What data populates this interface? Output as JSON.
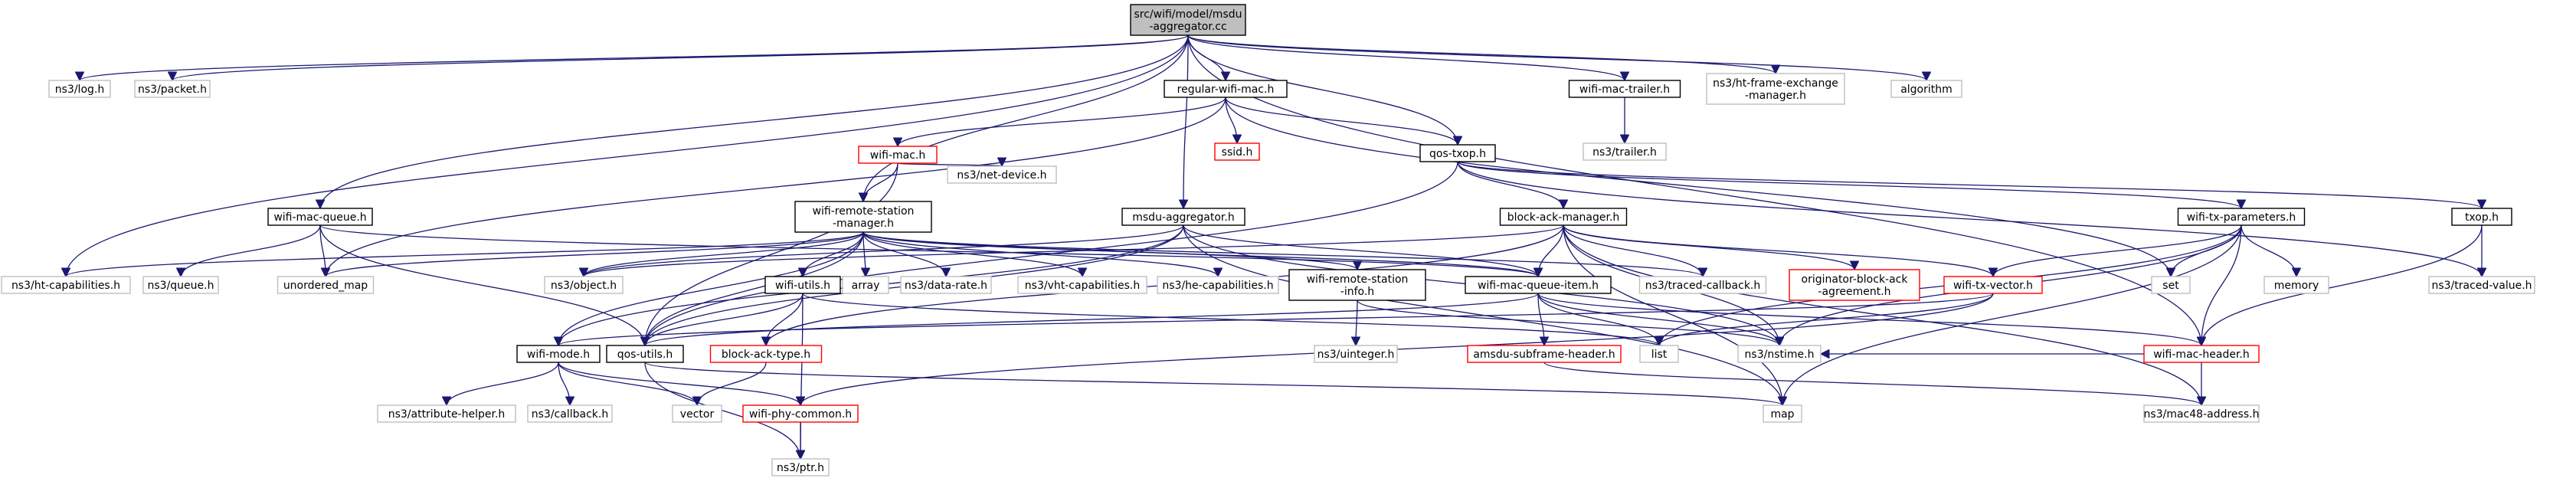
{
  "colors": {
    "edge": "#191970",
    "root_fill": "#bfbfbf",
    "root_border": "#000000",
    "normal_border": "#000000",
    "missing_border": "#bfbfbf",
    "incomplete_border": "#ff0000"
  },
  "nodes": {
    "root": [
      "src/wifi/model/msdu",
      "-aggregator.cc"
    ],
    "log": [
      "ns3/log.h"
    ],
    "packet": [
      "ns3/packet.h"
    ],
    "regular_wifi_mac": [
      "regular-wifi-mac.h"
    ],
    "wifi_mac_trailer": [
      "wifi-mac-trailer.h"
    ],
    "ht_frame_exchange": [
      "ns3/ht-frame-exchange",
      "-manager.h"
    ],
    "algorithm": [
      "algorithm"
    ],
    "ssid": [
      "ssid.h"
    ],
    "trailer": [
      "ns3/trailer.h"
    ],
    "wifi_mac": [
      "wifi-mac.h"
    ],
    "qos_txop": [
      "qos-txop.h"
    ],
    "net_device": [
      "ns3/net-device.h"
    ],
    "wifi_mac_queue": [
      "wifi-mac-queue.h"
    ],
    "wifi_remote_station_manager": [
      "wifi-remote-station",
      "-manager.h"
    ],
    "msdu_aggregator": [
      "msdu-aggregator.h"
    ],
    "block_ack_manager": [
      "block-ack-manager.h"
    ],
    "wifi_tx_parameters": [
      "wifi-tx-parameters.h"
    ],
    "txop": [
      "txop.h"
    ],
    "ht_capabilities": [
      "ns3/ht-capabilities.h"
    ],
    "queue": [
      "ns3/queue.h"
    ],
    "unordered_map": [
      "unordered_map"
    ],
    "object": [
      "ns3/object.h"
    ],
    "wifi_utils": [
      "wifi-utils.h"
    ],
    "array": [
      "array"
    ],
    "data_rate": [
      "ns3/data-rate.h"
    ],
    "vht_capabilities": [
      "ns3/vht-capabilities.h"
    ],
    "he_capabilities": [
      "ns3/he-capabilities.h"
    ],
    "wifi_remote_station_info": [
      "wifi-remote-station",
      "-info.h"
    ],
    "wifi_mac_queue_item": [
      "wifi-mac-queue-item.h"
    ],
    "traced_callback": [
      "ns3/traced-callback.h"
    ],
    "originator_block_ack": [
      "originator-block-ack",
      "-agreement.h"
    ],
    "wifi_tx_vector": [
      "wifi-tx-vector.h"
    ],
    "set": [
      "set"
    ],
    "memory": [
      "memory"
    ],
    "traced_value": [
      "ns3/traced-value.h"
    ],
    "wifi_mode": [
      "wifi-mode.h"
    ],
    "qos_utils": [
      "qos-utils.h"
    ],
    "block_ack_type": [
      "block-ack-type.h"
    ],
    "uinteger": [
      "ns3/uinteger.h"
    ],
    "amsdu_subframe_header": [
      "amsdu-subframe-header.h"
    ],
    "list": [
      "list"
    ],
    "nstime": [
      "ns3/nstime.h"
    ],
    "wifi_mac_header": [
      "wifi-mac-header.h"
    ],
    "attribute_helper": [
      "ns3/attribute-helper.h"
    ],
    "callback": [
      "ns3/callback.h"
    ],
    "vector": [
      "vector"
    ],
    "wifi_phy_common": [
      "wifi-phy-common.h"
    ],
    "map": [
      "map"
    ],
    "mac48_address": [
      "ns3/mac48-address.h"
    ],
    "ptr": [
      "ns3/ptr.h"
    ]
  },
  "edges": [
    [
      "root",
      "log"
    ],
    [
      "root",
      "packet"
    ],
    [
      "root",
      "regular_wifi_mac"
    ],
    [
      "root",
      "wifi_mac_trailer"
    ],
    [
      "root",
      "ht_frame_exchange"
    ],
    [
      "root",
      "algorithm"
    ],
    [
      "root",
      "wifi_remote_station_manager"
    ],
    [
      "root",
      "qos_txop"
    ],
    [
      "root",
      "msdu_aggregator"
    ],
    [
      "root",
      "wifi_mac_queue"
    ],
    [
      "root",
      "ht_capabilities"
    ],
    [
      "root",
      "wifi_mac_header"
    ],
    [
      "regular_wifi_mac",
      "ssid"
    ],
    [
      "regular_wifi_mac",
      "wifi_mac"
    ],
    [
      "regular_wifi_mac",
      "qos_txop"
    ],
    [
      "regular_wifi_mac",
      "unordered_map"
    ],
    [
      "regular_wifi_mac",
      "set"
    ],
    [
      "wifi_mac_trailer",
      "trailer"
    ],
    [
      "wifi_mac",
      "net_device"
    ],
    [
      "wifi_mac",
      "wifi_remote_station_manager"
    ],
    [
      "wifi_mac",
      "qos_utils"
    ],
    [
      "qos_txop",
      "block_ack_manager"
    ],
    [
      "qos_txop",
      "txop"
    ],
    [
      "qos_txop",
      "traced_value"
    ],
    [
      "qos_txop",
      "wifi_tx_parameters"
    ],
    [
      "qos_txop",
      "qos_utils"
    ],
    [
      "wifi_mac_queue",
      "queue"
    ],
    [
      "wifi_mac_queue",
      "unordered_map"
    ],
    [
      "wifi_mac_queue",
      "qos_utils"
    ],
    [
      "wifi_mac_queue",
      "wifi_mac_queue_item"
    ],
    [
      "wifi_remote_station_manager",
      "ht_capabilities"
    ],
    [
      "wifi_remote_station_manager",
      "unordered_map"
    ],
    [
      "wifi_remote_station_manager",
      "object"
    ],
    [
      "wifi_remote_station_manager",
      "wifi_utils"
    ],
    [
      "wifi_remote_station_manager",
      "array"
    ],
    [
      "wifi_remote_station_manager",
      "data_rate"
    ],
    [
      "wifi_remote_station_manager",
      "vht_capabilities"
    ],
    [
      "wifi_remote_station_manager",
      "he_capabilities"
    ],
    [
      "wifi_remote_station_manager",
      "wifi_remote_station_info"
    ],
    [
      "wifi_remote_station_manager",
      "wifi_mac_queue_item"
    ],
    [
      "wifi_remote_station_manager",
      "traced_callback"
    ],
    [
      "wifi_remote_station_manager",
      "qos_utils"
    ],
    [
      "wifi_remote_station_manager",
      "wifi_mode"
    ],
    [
      "msdu_aggregator",
      "object"
    ],
    [
      "msdu_aggregator",
      "wifi_mac_queue_item"
    ],
    [
      "msdu_aggregator",
      "wifi_mode"
    ],
    [
      "msdu_aggregator",
      "qos_utils"
    ],
    [
      "msdu_aggregator",
      "map"
    ],
    [
      "msdu_aggregator",
      "nstime"
    ],
    [
      "block_ack_manager",
      "wifi_mac_queue_item"
    ],
    [
      "block_ack_manager",
      "originator_block_ack"
    ],
    [
      "block_ack_manager",
      "traced_callback"
    ],
    [
      "block_ack_manager",
      "block_ack_type"
    ],
    [
      "block_ack_manager",
      "nstime"
    ],
    [
      "block_ack_manager",
      "map"
    ],
    [
      "block_ack_manager",
      "mac48_address"
    ],
    [
      "block_ack_manager",
      "wifi_tx_vector"
    ],
    [
      "block_ack_manager",
      "object"
    ],
    [
      "wifi_tx_parameters",
      "wifi_tx_vector"
    ],
    [
      "wifi_tx_parameters",
      "wifi_mac_header"
    ],
    [
      "wifi_tx_parameters",
      "set"
    ],
    [
      "wifi_tx_parameters",
      "memory"
    ],
    [
      "wifi_tx_parameters",
      "nstime"
    ],
    [
      "wifi_tx_parameters",
      "map"
    ],
    [
      "wifi_tx_parameters",
      "list"
    ],
    [
      "txop",
      "traced_value"
    ],
    [
      "txop",
      "wifi_mac_header"
    ],
    [
      "wifi_utils",
      "block_ack_type"
    ],
    [
      "wifi_utils",
      "qos_utils"
    ],
    [
      "wifi_utils",
      "ptr"
    ],
    [
      "wifi_utils",
      "list"
    ],
    [
      "wifi_remote_station_info",
      "uinteger"
    ],
    [
      "wifi_remote_station_info",
      "nstime"
    ],
    [
      "wifi_mac_queue_item",
      "amsdu_subframe_header"
    ],
    [
      "wifi_mac_queue_item",
      "list"
    ],
    [
      "wifi_mac_queue_item",
      "nstime"
    ],
    [
      "wifi_mac_queue_item",
      "wifi_mac_header"
    ],
    [
      "wifi_mac_queue_item",
      "qos_utils"
    ],
    [
      "wifi_tx_vector",
      "list"
    ],
    [
      "wifi_tx_vector",
      "wifi_phy_common"
    ],
    [
      "wifi_tx_vector",
      "wifi_mode"
    ],
    [
      "wifi_mode",
      "attribute_helper"
    ],
    [
      "wifi_mode",
      "callback"
    ],
    [
      "wifi_mode",
      "vector"
    ],
    [
      "wifi_mode",
      "wifi_phy_common"
    ],
    [
      "qos_utils",
      "map"
    ],
    [
      "qos_utils",
      "ptr"
    ],
    [
      "block_ack_type",
      "vector"
    ],
    [
      "wifi_mac_header",
      "mac48_address"
    ],
    [
      "wifi_mac_header",
      "nstime"
    ],
    [
      "wifi_phy_common",
      "ptr"
    ],
    [
      "amsdu_subframe_header",
      "mac48_address"
    ]
  ]
}
